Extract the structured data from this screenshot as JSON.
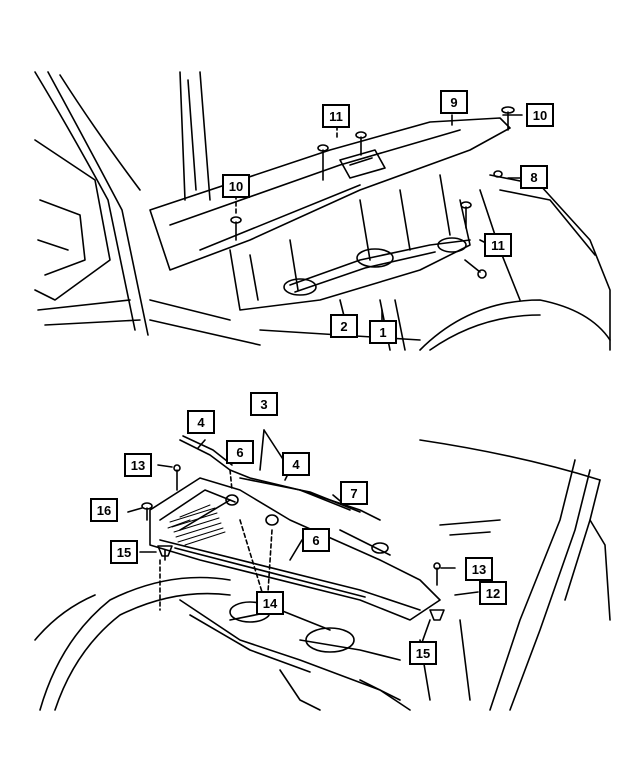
{
  "diagram": {
    "top_callouts": [
      "11",
      "9",
      "10",
      "10",
      "8",
      "11",
      "2",
      "1"
    ],
    "bottom_callouts": [
      "3",
      "4",
      "6",
      "4",
      "13",
      "7",
      "16",
      "6",
      "15",
      "13",
      "12",
      "14",
      "15"
    ]
  },
  "colors": {
    "line": "#000000",
    "background": "#ffffff"
  }
}
